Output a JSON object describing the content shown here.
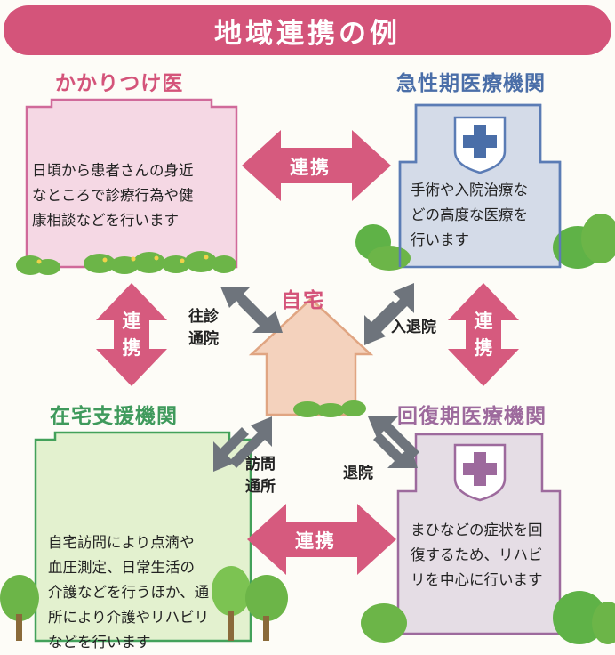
{
  "title": "地域連携の例",
  "home": "自宅",
  "link_label": "連携",
  "link_label_vertical": [
    "連",
    "携"
  ],
  "nodes": {
    "kakaritsuke": {
      "heading": "かかりつけ医",
      "text_lines": [
        "日頃から患者さんの身近",
        "なところで診療行為や健",
        "康相談などを行います"
      ]
    },
    "kyuseiki": {
      "heading": "急性期医療機関",
      "text_lines": [
        "手術や入院治療な",
        "どの高度な医療を",
        "行います"
      ]
    },
    "zaitaku": {
      "heading": "在宅支援機関",
      "text_lines": [
        "自宅訪問により点滴や",
        "血圧測定、日常生活の",
        "介護などを行うほか、通",
        "所により介護やリハビリ",
        "などを行います"
      ]
    },
    "kaifukuki": {
      "heading": "回復期医療機関",
      "text_lines": [
        "まひなどの症状を回",
        "復するため、リハビ",
        "リを中心に行います"
      ]
    }
  },
  "flows": {
    "oushin": [
      "往診",
      "通院"
    ],
    "nyutai": "入退院",
    "houmon": [
      "訪問",
      "通所"
    ],
    "taiin": "退院"
  },
  "colors": {
    "accent_pink": "#d4547a",
    "link_arrow": "#d65a7e",
    "kakari_fill": "#f5d8e4",
    "kakari_stroke": "#d06a9a",
    "kyusei_fill": "#d4dbe8",
    "kyusei_stroke": "#5b7cb5",
    "zaitaku_fill": "#e3f1cf",
    "zaitaku_stroke": "#43a15a",
    "kaifuku_fill": "#e5dde5",
    "kaifuku_stroke": "#9d6a9d",
    "home_fill": "#f4d2bd",
    "home_stroke": "#e0a582",
    "gray_arrow": "#6e747c"
  }
}
